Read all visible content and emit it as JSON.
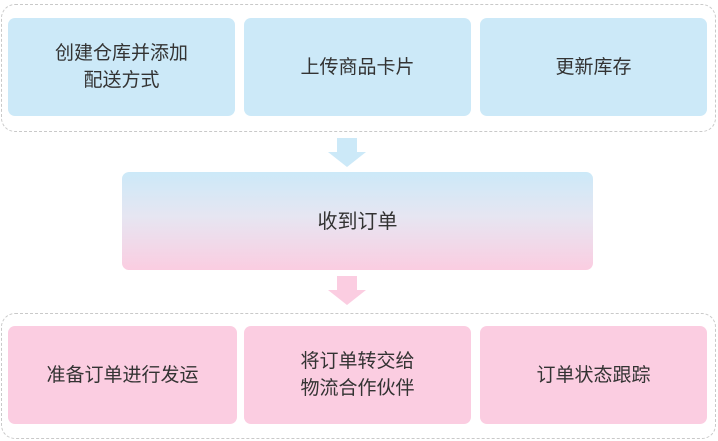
{
  "top_steps": [
    {
      "label": "创建仓库并添加\n配送方式"
    },
    {
      "label": "上传商品卡片"
    },
    {
      "label": "更新库存"
    }
  ],
  "center_step": {
    "label": "收到订单"
  },
  "bottom_steps": [
    {
      "label": "准备订单进行发运"
    },
    {
      "label": "将订单转交给\n物流合作伙伴"
    },
    {
      "label": "订单状态跟踪"
    }
  ],
  "colors": {
    "top_fill": "#cce9f8",
    "bottom_fill": "#fbcde1",
    "arrow_top": "#cce9f8",
    "arrow_bottom": "#fbcde1",
    "group_border": "#c9c9c9"
  }
}
